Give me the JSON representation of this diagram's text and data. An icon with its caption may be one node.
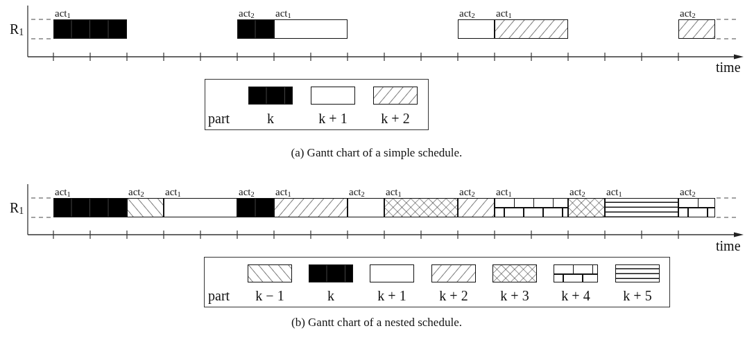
{
  "diagram": {
    "nodes": [
      {
        "text": [
          "act$_{1}$"
        ]
      },
      {
        "text": [
          "act$_{2}$"
        ]
      },
      {
        "text": [
          "act$_{1}$"
        ]
      },
      {
        "text": [
          "act$_{2}$"
        ]
      },
      {
        "text": [
          "act$_{1}$"
        ]
      },
      {
        "text": [
          "act$_{2}$"
        ]
      },
      {
        "text": [
          "act$_{1}$"
        ]
      },
      {
        "text": [
          "act$_{2}$"
        ]
      },
      {
        "text": [
          "act$_{1}$"
        ]
      },
      {
        "text": [
          "act$_{2}$"
        ]
      },
      {
        "text": [
          "act$_{1}$"
        ]
      },
      {
        "text": [
          "act$_{2}$"
        ]
      },
      {
        "text": [
          "act$_{1}$"
        ]
      },
      {
        "text": [
          "act$_{2}$"
        ]
      },
      {
        "text": [
          "act$_{1}$"
        ]
      },
      {
        "text": [
          "act$_{2}$"
        ]
      },
      {
        "text": [
          "act$_{1}$"
        ]
      },
      {
        "text": [
          "act$_{2}$"
        ]
      }
    ],
    "labels": [
      "R$_{1}$",
      "time",
      "part",
      "(a)  Gantt chart of a simple schedule.",
      "R$_{1}$",
      "time",
      "part",
      "(b)  Gantt chart of a nested schedule."
    ],
    "legend": [
      {
        "text": "k"
      },
      {
        "text": "k + 1"
      },
      {
        "text": "k + 2"
      },
      {
        "text": "k − 1"
      },
      {
        "text": "k"
      },
      {
        "text": "k + 1"
      },
      {
        "text": "k + 2"
      },
      {
        "text": "k + 3"
      },
      {
        "text": "k + 4"
      },
      {
        "text": "k + 5"
      }
    ]
  }
}
